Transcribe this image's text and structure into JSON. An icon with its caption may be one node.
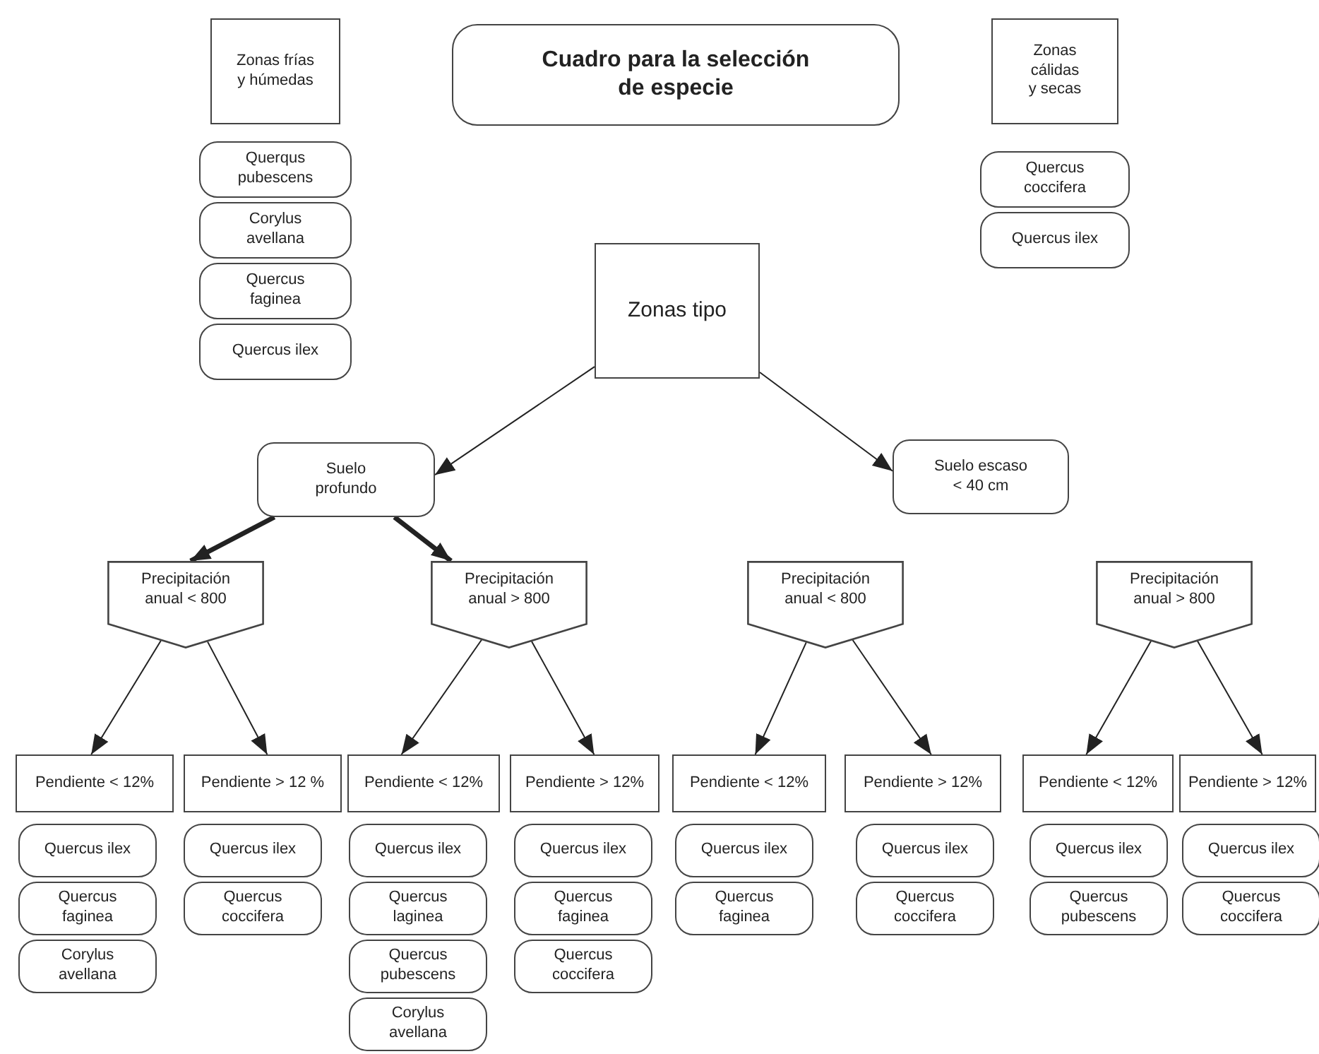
{
  "diagram": {
    "nodes": [
      {
        "text": [
          "Zonas frías y húmedas"
        ]
      },
      {
        "text": [
          "Querqus pubescens"
        ]
      },
      {
        "text": [
          "Corylus avellana"
        ]
      },
      {
        "text": [
          "Quercus faginea"
        ]
      },
      {
        "text": [
          "Quercus ilex"
        ]
      },
      {
        "text": [
          "Cuadro para la selección de especie"
        ]
      },
      {
        "text": [
          "Zonas cálidas y secas"
        ]
      },
      {
        "text": [
          "Quercus coccifera"
        ]
      },
      {
        "text": [
          "Quercus ilex"
        ]
      },
      {
        "text": [
          "Zonas tipo"
        ]
      },
      {
        "text": [
          "Suelo profundo"
        ]
      },
      {
        "text": [
          "Suelo escaso < 40 cm"
        ]
      },
      {
        "text": [
          "Precipitación anual < 800"
        ]
      },
      {
        "text": [
          "Precipitación anual > 800"
        ]
      },
      {
        "text": [
          "Precipitación anual < 800"
        ]
      },
      {
        "text": [
          "Precipitación anual > 800"
        ]
      },
      {
        "text": [
          "Pendiente < 12%"
        ]
      },
      {
        "text": [
          "Pendiente > 12 %"
        ]
      },
      {
        "text": [
          "Pendiente < 12%"
        ]
      },
      {
        "text": [
          "Pendiente > 12%"
        ]
      },
      {
        "text": [
          "Pendiente < 12%"
        ]
      },
      {
        "text": [
          "Pendiente > 12%"
        ]
      },
      {
        "text": [
          "Pendiente < 12%"
        ]
      },
      {
        "text": [
          "Pendiente > 12%"
        ]
      },
      {
        "text": [
          "Quercus ilex"
        ]
      },
      {
        "text": [
          "Quercus faginea"
        ]
      },
      {
        "text": [
          "Corylus avellana"
        ]
      },
      {
        "text": [
          "Quercus ilex"
        ]
      },
      {
        "text": [
          "Quercus coccifera"
        ]
      },
      {
        "text": [
          "Quercus ilex"
        ]
      },
      {
        "text": [
          "Quercus laginea"
        ]
      },
      {
        "text": [
          "Quercus pubescens"
        ]
      },
      {
        "text": [
          "Corylus avellana"
        ]
      },
      {
        "text": [
          "Quercus ilex"
        ]
      },
      {
        "text": [
          "Quercus faginea"
        ]
      },
      {
        "text": [
          "Quercus coccifera"
        ]
      },
      {
        "text": [
          "Quercus ilex"
        ]
      },
      {
        "text": [
          "Quercus faginea"
        ]
      },
      {
        "text": [
          "Quercus ilex"
        ]
      },
      {
        "text": [
          "Quercus coccifera"
        ]
      },
      {
        "text": [
          "Quercus ilex"
        ]
      },
      {
        "text": [
          "Quercus pubescens"
        ]
      },
      {
        "text": [
          "Quercus ilex"
        ]
      },
      {
        "text": [
          "Quercus coccifera"
        ]
      }
    ],
    "edges": [
      {
        "from": 9,
        "to": 10,
        "arrow": "to"
      },
      {
        "from": 9,
        "to": 11,
        "arrow": "to"
      },
      {
        "from": 10,
        "to": 12,
        "arrow": "to",
        "style": "thick"
      },
      {
        "from": 10,
        "to": 13,
        "arrow": "to",
        "style": "thick"
      },
      {
        "from": 12,
        "to": 16,
        "arrow": "to"
      },
      {
        "from": 12,
        "to": 17,
        "arrow": "to"
      },
      {
        "from": 13,
        "to": 18,
        "arrow": "to"
      },
      {
        "from": 13,
        "to": 19,
        "arrow": "to"
      },
      {
        "from": 14,
        "to": 20,
        "arrow": "to"
      },
      {
        "from": 14,
        "to": 21,
        "arrow": "to"
      },
      {
        "from": 15,
        "to": 22,
        "arrow": "to"
      },
      {
        "from": 15,
        "to": 23,
        "arrow": "to"
      }
    ]
  }
}
